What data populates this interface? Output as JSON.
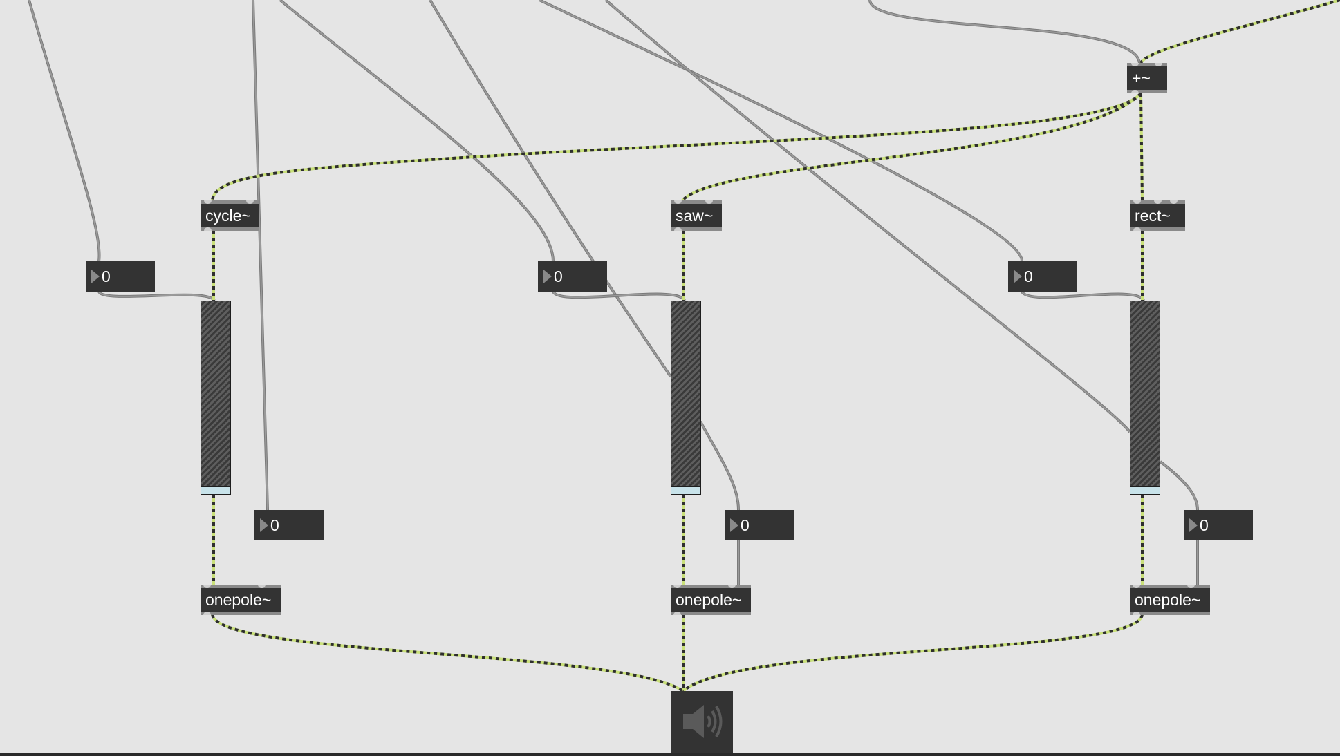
{
  "patcher": {
    "objects": {
      "add": "+~",
      "cycle": "cycle~",
      "saw": "saw~",
      "rect": "rect~",
      "onepole_1": "onepole~",
      "onepole_2": "onepole~",
      "onepole_3": "onepole~"
    },
    "number_boxes": {
      "gain_a": "0",
      "gain_b": "0",
      "gain_c": "0",
      "cutoff_a": "0",
      "cutoff_b": "0",
      "cutoff_c": "0"
    },
    "gain_sliders": {
      "gain_a": 0,
      "gain_b": 0,
      "gain_c": 0
    },
    "dac_icon": "speaker-icon",
    "colors": {
      "canvas": "#e5e5e5",
      "object_fill": "#333333",
      "signal_patchcord": "#c9e07a",
      "control_patchcord": "#9a9a9a",
      "slider_knob": "#c8e3ea"
    }
  }
}
